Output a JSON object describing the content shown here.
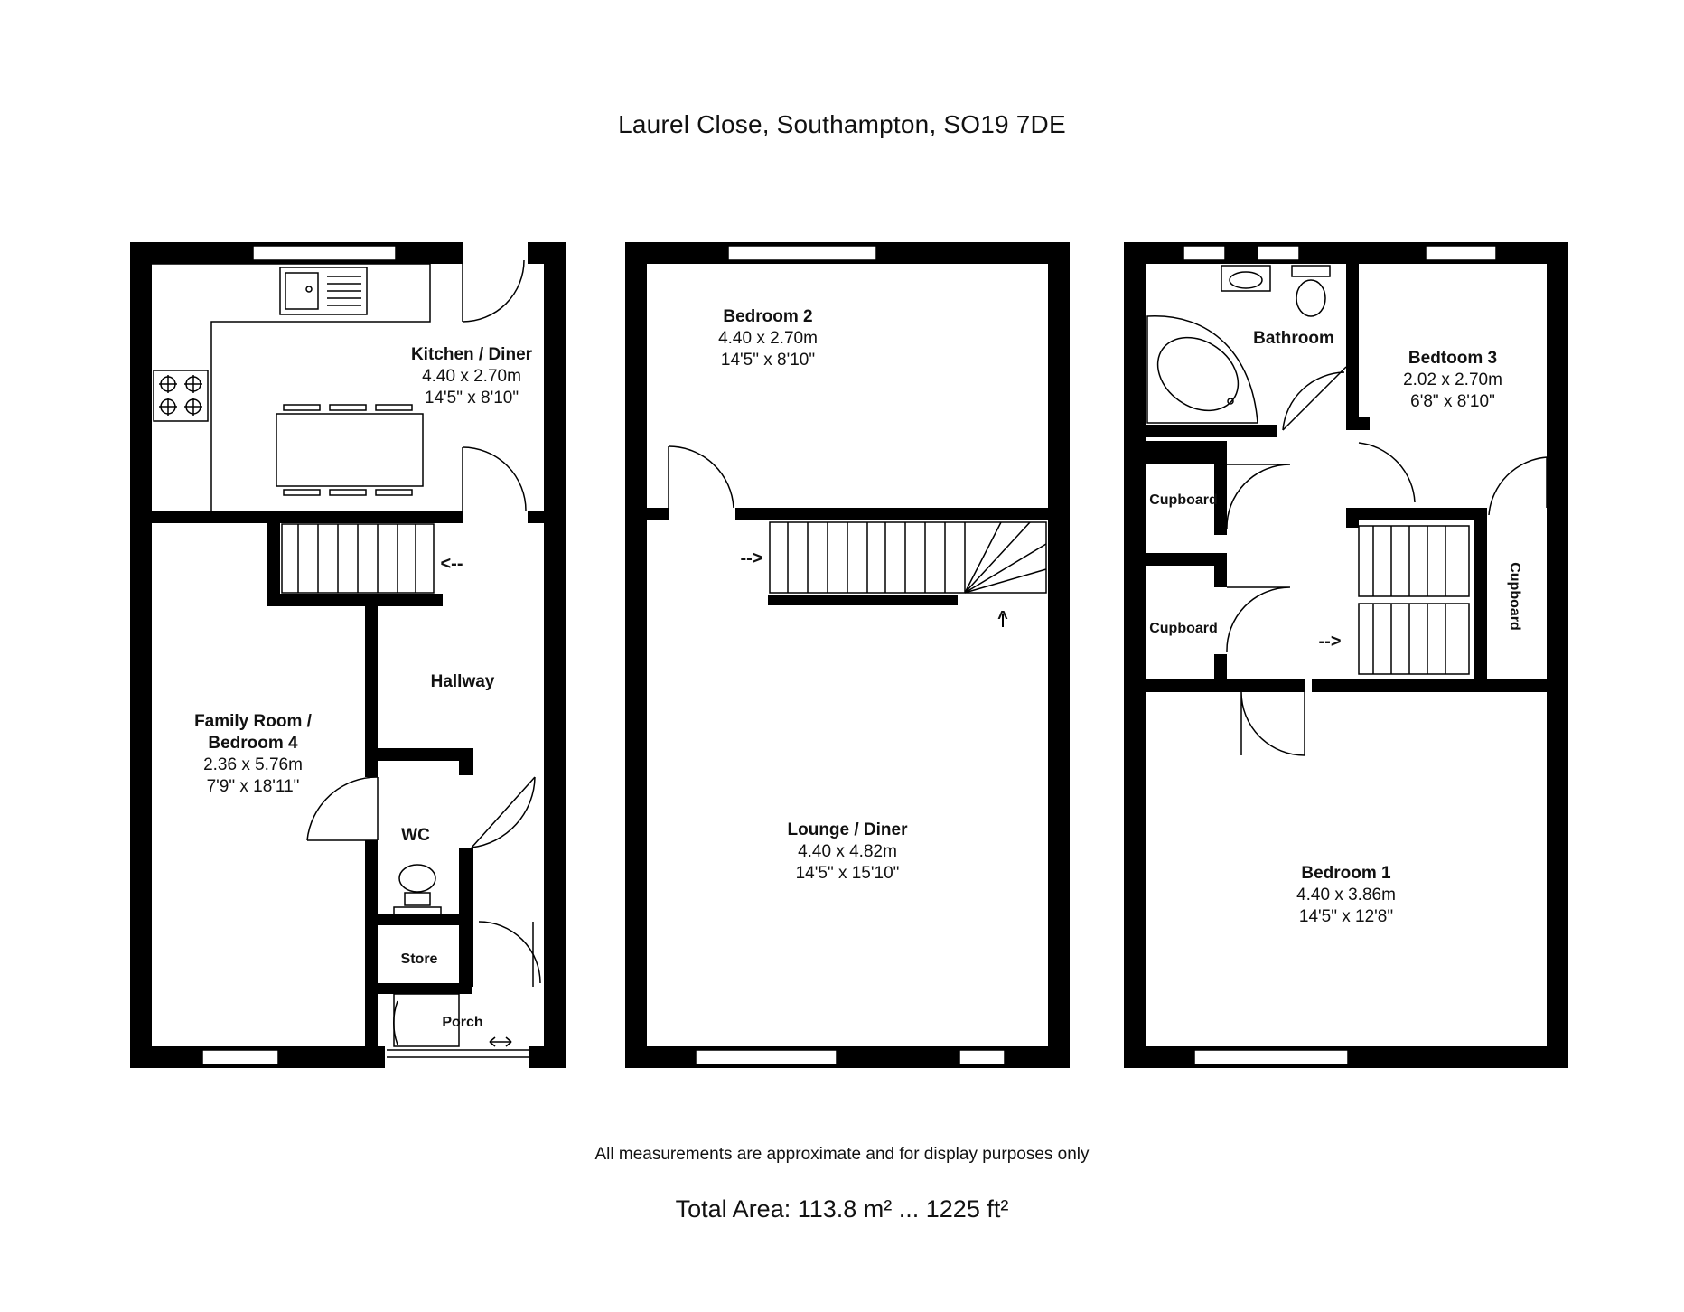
{
  "title": "Laurel Close, Southampton, SO19 7DE",
  "disclaimer": "All measurements are approximate and for display purposes only",
  "total_area": "Total Area: 113.8 m² ... 1225 ft²",
  "rooms": {
    "kitchen": {
      "name_1": "Kitchen / Diner",
      "metric": "4.40 x 2.70m",
      "imperial": "14'5\" x 8'10\""
    },
    "family": {
      "name_1": "Family Room /",
      "name_2": "Bedroom 4",
      "metric": "2.36 x 5.76m",
      "imperial": "7'9\" x 18'11\""
    },
    "hallway": {
      "name_1": "Hallway"
    },
    "wc": {
      "name_1": "WC"
    },
    "store": {
      "name_1": "Store"
    },
    "porch": {
      "name_1": "Porch"
    },
    "bedroom2": {
      "name_1": "Bedroom 2",
      "metric": "4.40 x 2.70m",
      "imperial": "14'5\" x 8'10\""
    },
    "lounge": {
      "name_1": "Lounge / Diner",
      "metric": "4.40 x 4.82m",
      "imperial": "14'5\" x 15'10\""
    },
    "bathroom": {
      "name_1": "Bathroom"
    },
    "bedroom3": {
      "name_1": "Bedtoom 3",
      "metric": "2.02 x 2.70m",
      "imperial": "6'8\" x 8'10\""
    },
    "cupboard_a": {
      "name_1": "Cupboard"
    },
    "cupboard_b": {
      "name_1": "Cupboard"
    },
    "cupboard_c": {
      "name_1": "Cupboard"
    },
    "bedroom1": {
      "name_1": "Bedroom 1",
      "metric": "4.40 x 3.86m",
      "imperial": "14'5\" x 12'8\""
    }
  },
  "stair_arrows": {
    "ground": "<--",
    "first_left": "-->",
    "first_up": "^",
    "second": "-->"
  }
}
